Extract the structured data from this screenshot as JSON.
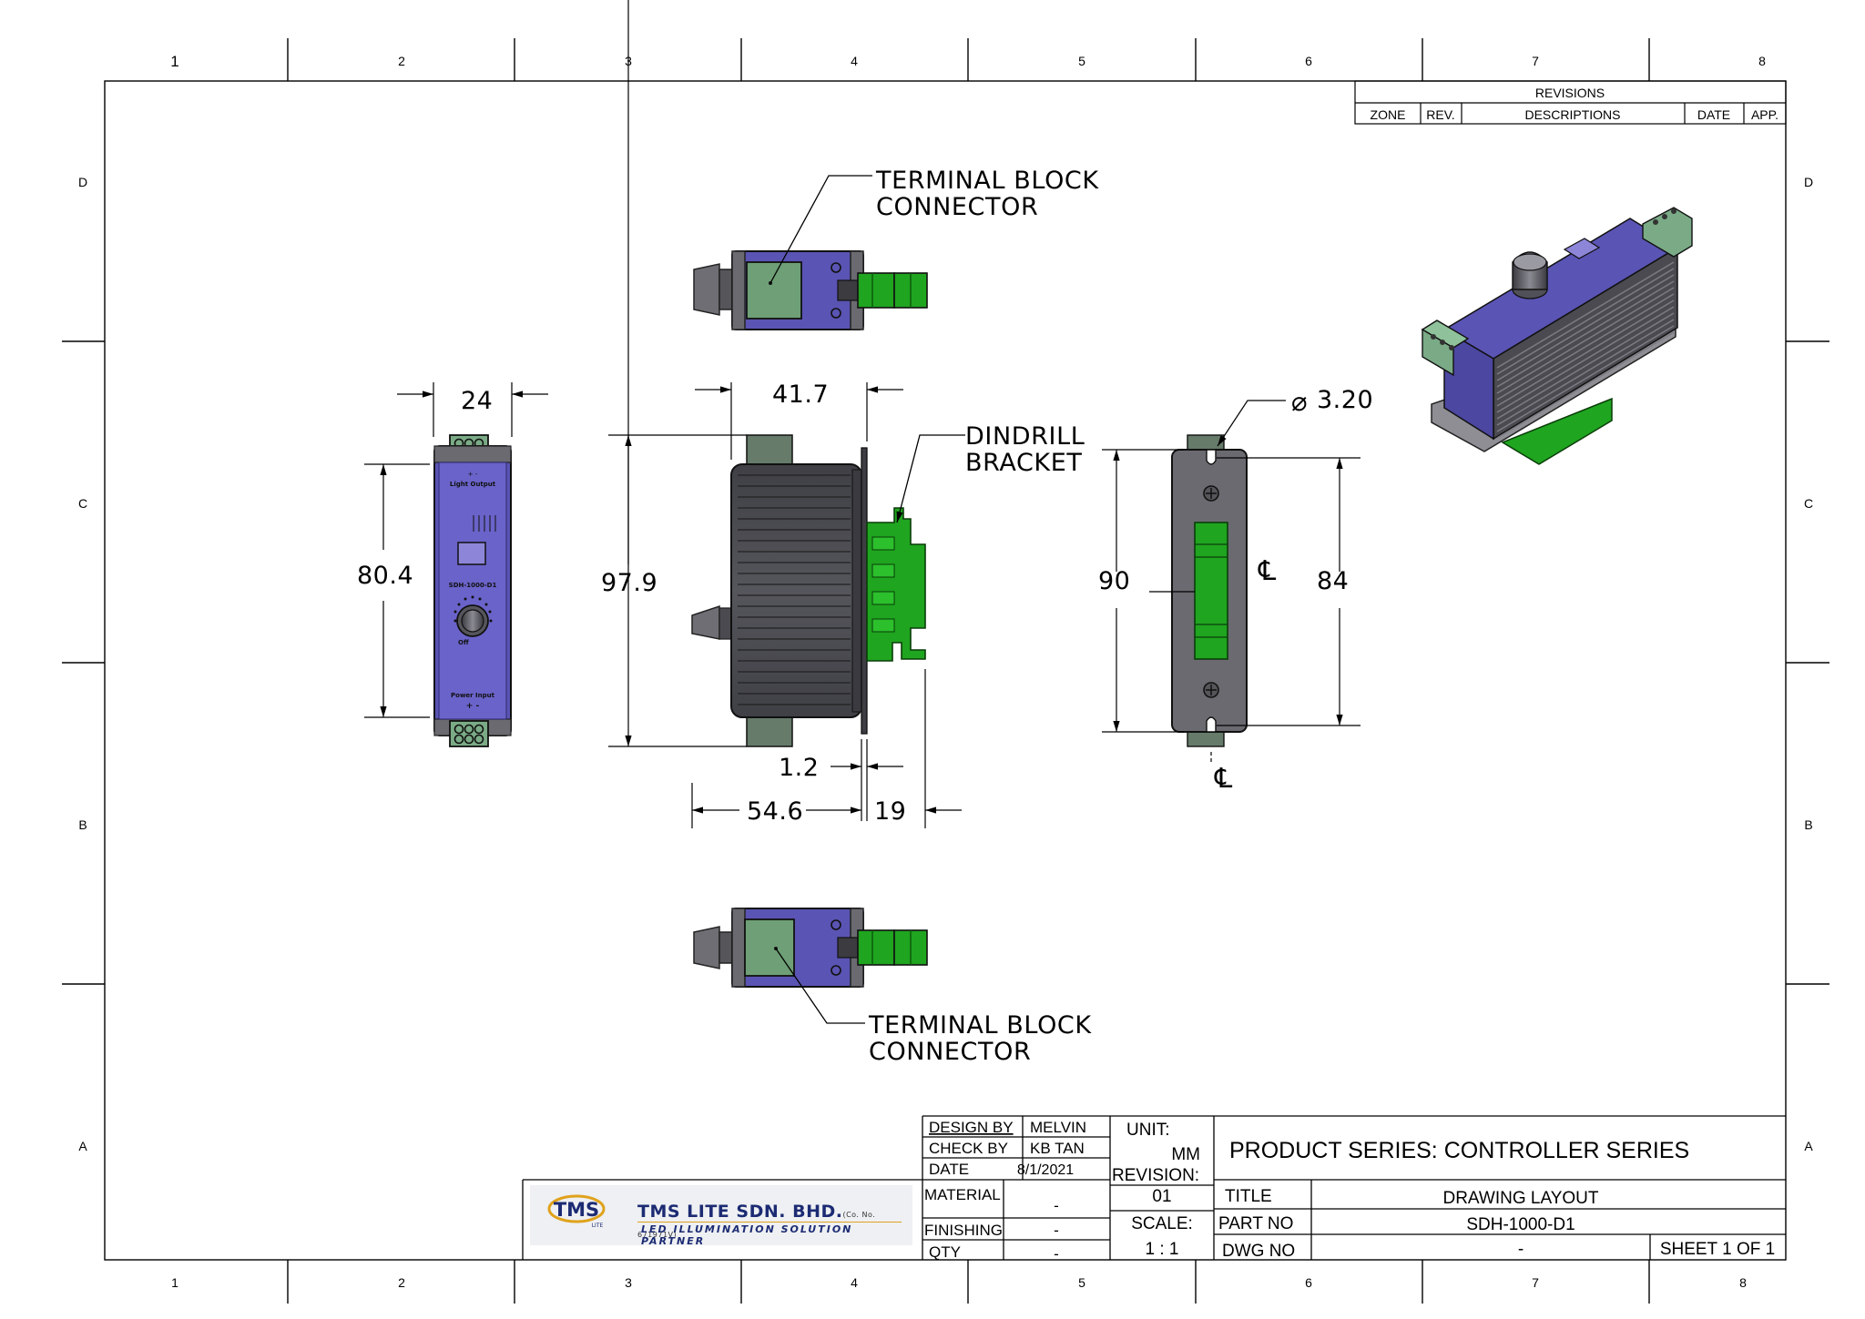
{
  "border": {
    "columns": [
      "1",
      "2",
      "3",
      "4",
      "5",
      "6",
      "7",
      "8"
    ],
    "rows": [
      "D",
      "C",
      "B",
      "A"
    ]
  },
  "revisions": {
    "title": "REVISIONS",
    "headers": [
      "ZONE",
      "REV.",
      "DESCRIPTIONS",
      "DATE",
      "APP."
    ]
  },
  "dimensions": {
    "front_width": "24",
    "front_height": "80.4",
    "side_depth": "41.7",
    "side_height": "97.9",
    "plate_thickness": "1.2",
    "total_depth": "54.6",
    "bracket_depth": "19",
    "hole_diameter": "3.20",
    "rear_height": "90",
    "hole_spacing": "84"
  },
  "callouts": {
    "terminal_top_line1": "TERMINAL BLOCK",
    "terminal_top_line2": "CONNECTOR",
    "din_line1": "DINDRILL",
    "din_line2": "BRACKET",
    "terminal_bottom_line1": "TERMINAL BLOCK",
    "terminal_bottom_line2": "CONNECTOR",
    "centerline": "℄",
    "diameter_symbol": "⌀"
  },
  "device_labels": {
    "light_output": "Light Output",
    "model": "SDH-1000-D1",
    "power_input": "Power Input",
    "off": "Off",
    "plus": "+",
    "minus": "-"
  },
  "title_block": {
    "design_by_label": "DESIGN BY",
    "design_by": "MELVIN",
    "check_by_label": "CHECK BY",
    "check_by": "KB TAN",
    "date_label": "DATE",
    "date": "8/1/2021",
    "material_label": "MATERIAL",
    "material": "-",
    "finishing_label": "FINISHING",
    "finishing": "-",
    "qty_label": "QTY",
    "qty": "-",
    "unit_label": "UNIT:",
    "unit": "MM",
    "revision_label": "REVISION:",
    "revision": "01",
    "scale_label": "SCALE:",
    "scale": "1 : 1",
    "product_series": "PRODUCT SERIES:  CONTROLLER SERIES",
    "title_label": "TITLE",
    "title": "DRAWING LAYOUT",
    "part_no_label": "PART NO",
    "part_no": "SDH-1000-D1",
    "dwg_no_label": "DWG NO",
    "dwg_no": "-",
    "sheet": "SHEET 1 OF 1"
  },
  "company": {
    "logo_text": "TMS",
    "logo_sub": "LITE",
    "name": "TMS LITE SDN. BHD.",
    "reg_no": "(Co. No. 671971V)",
    "tagline": "LED ILLUMINATION SOLUTION PARTNER"
  },
  "colors": {
    "body_purple": "#5a54b4",
    "terminal_green": "#7aab86",
    "din_green": "#1fa51f",
    "heatsink_dark": "#4a4a4f",
    "casing_grey": "#6a6a70",
    "logo_blue": "#1c2b73"
  }
}
